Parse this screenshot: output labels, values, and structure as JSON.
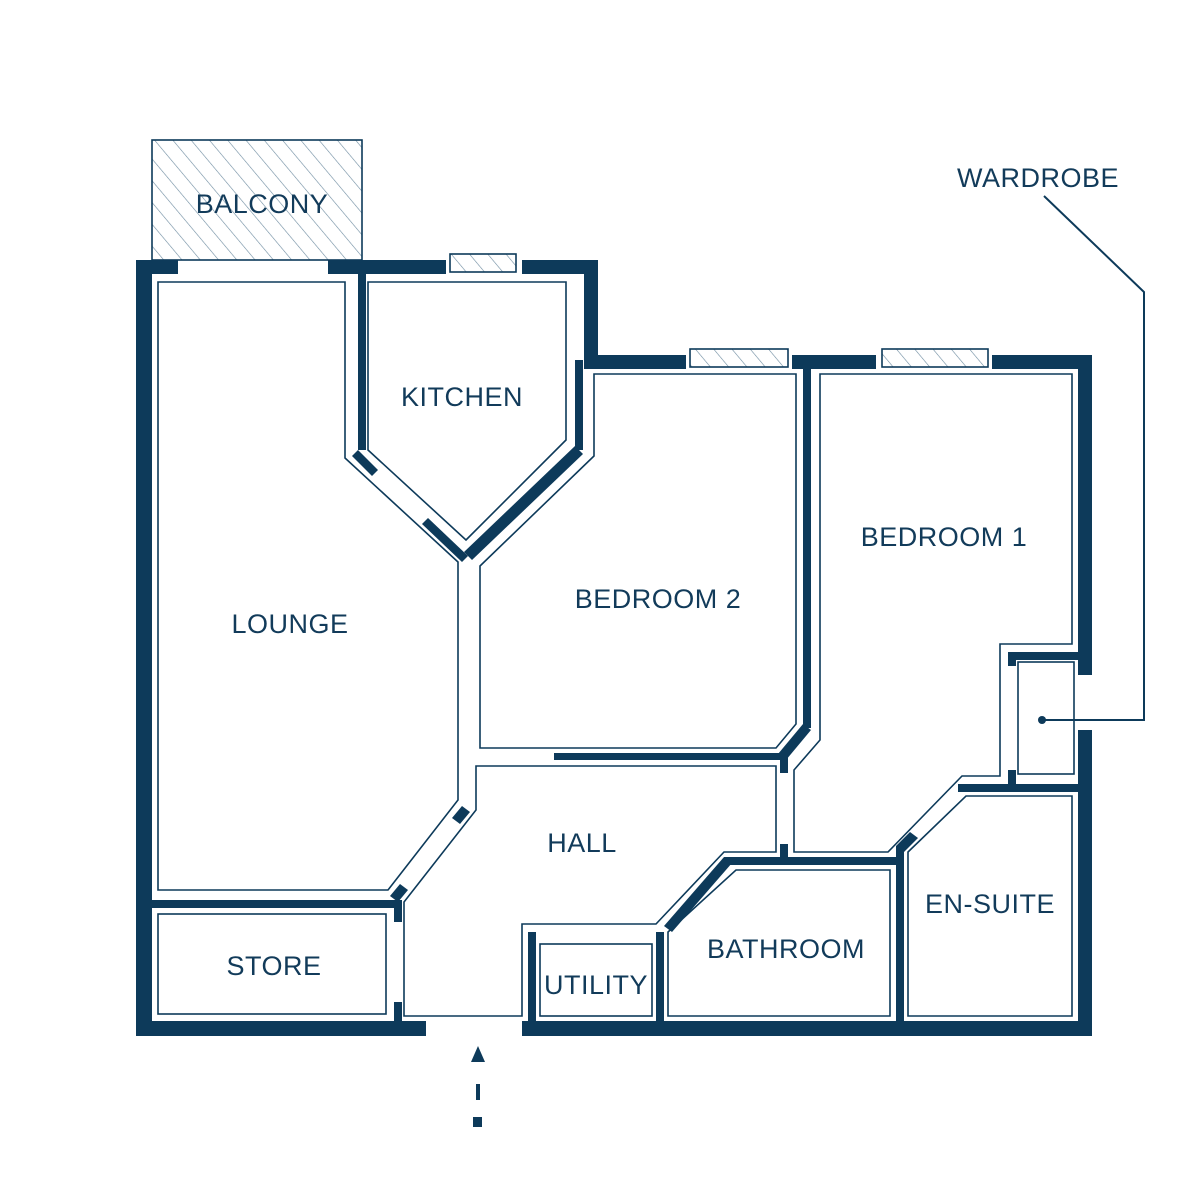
{
  "rooms": {
    "balcony": "BALCONY",
    "kitchen": "KITCHEN",
    "lounge": "LOUNGE",
    "bedroom2": "BEDROOM 2",
    "bedroom1": "BEDROOM 1",
    "hall": "HALL",
    "store": "STORE",
    "utility": "UTILITY",
    "bathroom": "BATHROOM",
    "ensuite": "EN-SUITE"
  },
  "callouts": {
    "wardrobe": "WARDROBE"
  },
  "colors": {
    "wall": "#0d3a5a",
    "text": "#123b5a",
    "background": "#ffffff"
  },
  "icons": [
    "entrance-arrow-icon",
    "window-hatch",
    "balcony-hatch"
  ]
}
